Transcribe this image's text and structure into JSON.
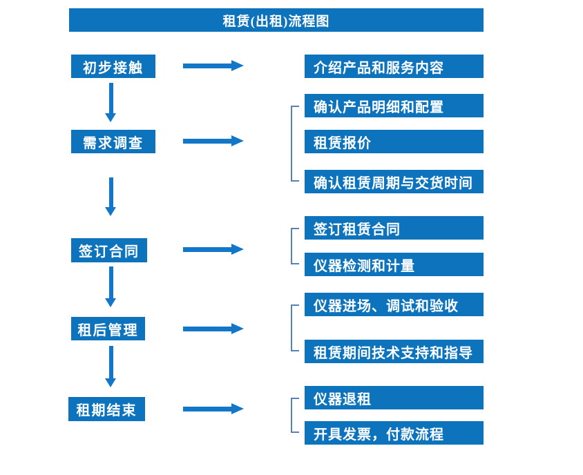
{
  "title": "租赁(出租)流程图",
  "colors": {
    "box_blue": "#0d73bd",
    "arrow_blue": "#1277c8",
    "bracket_blue": "#5580b8",
    "text_white": "#ffffff",
    "background": "#ffffff"
  },
  "flow": [
    {
      "step": "初步接触",
      "details": [
        "介绍产品和服务内容"
      ]
    },
    {
      "step": "需求调查",
      "details": [
        "确认产品明细和配置",
        "租赁报价",
        "确认租赁周期与交货时间"
      ]
    },
    {
      "step": "签订合同",
      "details": [
        "签订租赁合同",
        "仪器检测和计量"
      ]
    },
    {
      "step": "租后管理",
      "details": [
        "仪器进场、调试和验收",
        "租赁期间技术支持和指导"
      ]
    },
    {
      "step": "租期结束",
      "details": [
        "仪器退租",
        "开具发票，付款流程"
      ]
    }
  ]
}
